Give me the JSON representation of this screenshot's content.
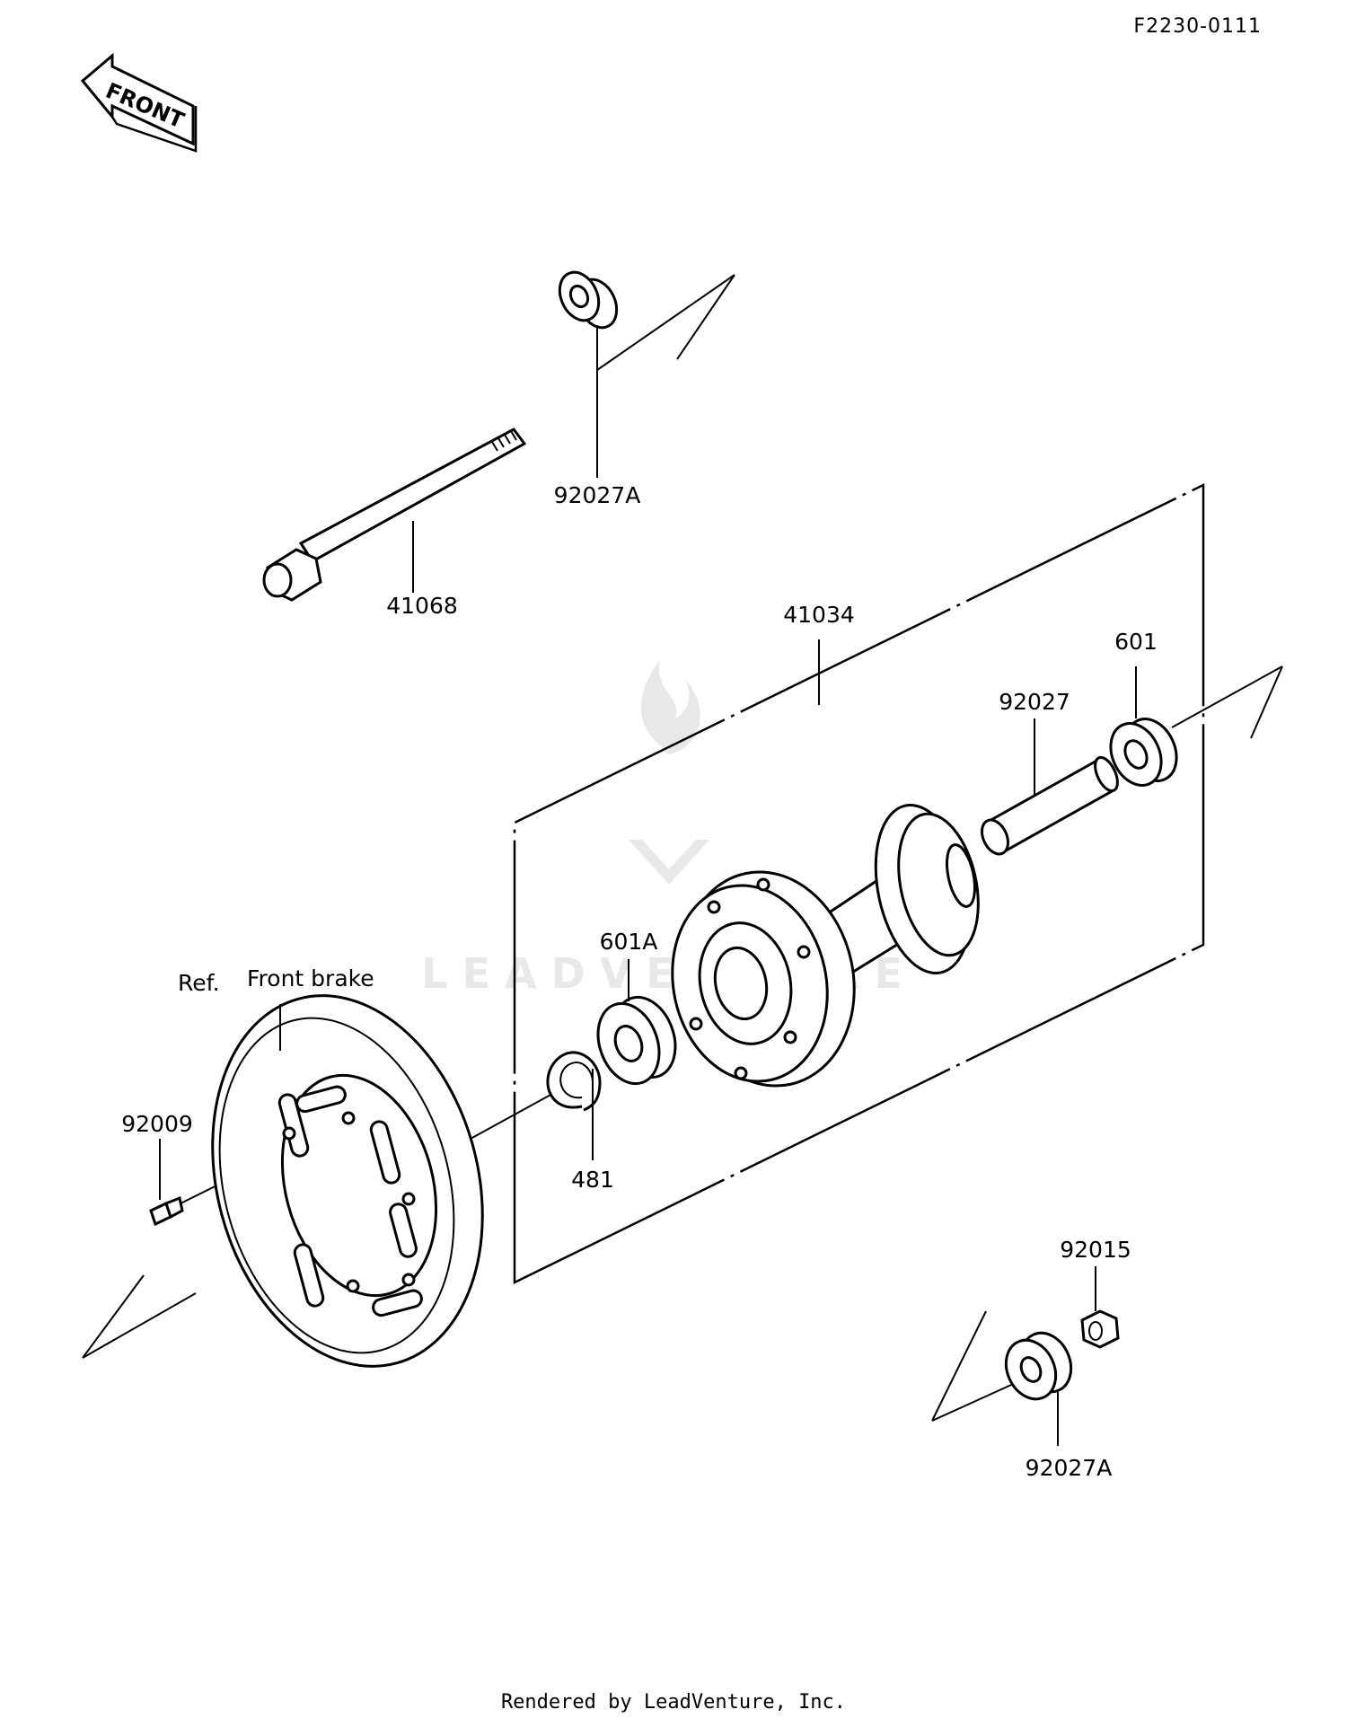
{
  "diagram": {
    "code": "F2230-0111",
    "front_arrow_label": "FRONT",
    "reference_prefix": "Ref.",
    "reference_text": "Front brake",
    "watermark": "LEADVENTURE",
    "footer": "Rendered by LeadVenture, Inc.",
    "parts": [
      {
        "id": "92027A-top",
        "number": "92027A"
      },
      {
        "id": "41068",
        "number": "41068"
      },
      {
        "id": "41034",
        "number": "41034"
      },
      {
        "id": "601",
        "number": "601"
      },
      {
        "id": "92027",
        "number": "92027"
      },
      {
        "id": "601A",
        "number": "601A"
      },
      {
        "id": "481",
        "number": "481"
      },
      {
        "id": "92009",
        "number": "92009"
      },
      {
        "id": "92015",
        "number": "92015"
      },
      {
        "id": "92027A-bottom",
        "number": "92027A"
      }
    ]
  }
}
